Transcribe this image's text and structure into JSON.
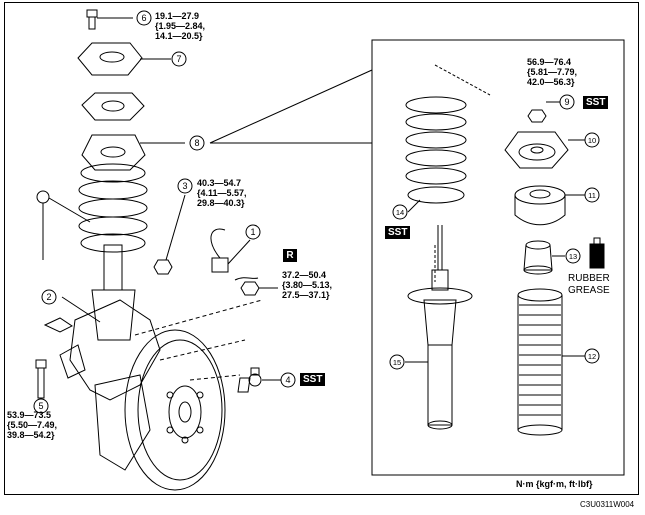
{
  "torques": {
    "t6": [
      "19.1—27.9",
      "{1.95—2.84,",
      "14.1—20.5}"
    ],
    "t3": [
      "40.3—54.7",
      "{4.11—5.57,",
      "29.8—40.3}"
    ],
    "t1": [
      "37.2—50.4",
      "{3.80—5.13,",
      "27.5—37.1}"
    ],
    "t5": [
      "53.9—73.5",
      "{5.50—7.49,",
      "39.8—54.2}"
    ],
    "t9": [
      "56.9—76.4",
      "{5.81—7.79,",
      "42.0—56.3}"
    ]
  },
  "callouts": [
    "1",
    "2",
    "3",
    "4",
    "5",
    "6",
    "7",
    "8",
    "9",
    "10",
    "11",
    "12",
    "13",
    "14",
    "15"
  ],
  "sst_label": "SST",
  "r_label": "R",
  "grease_label": [
    "RUBBER",
    "GREASE"
  ],
  "units_label": "N·m {kgf·m, ft·lbf}",
  "figure_code": "C3U0311W004",
  "tube_text": "GREASE"
}
